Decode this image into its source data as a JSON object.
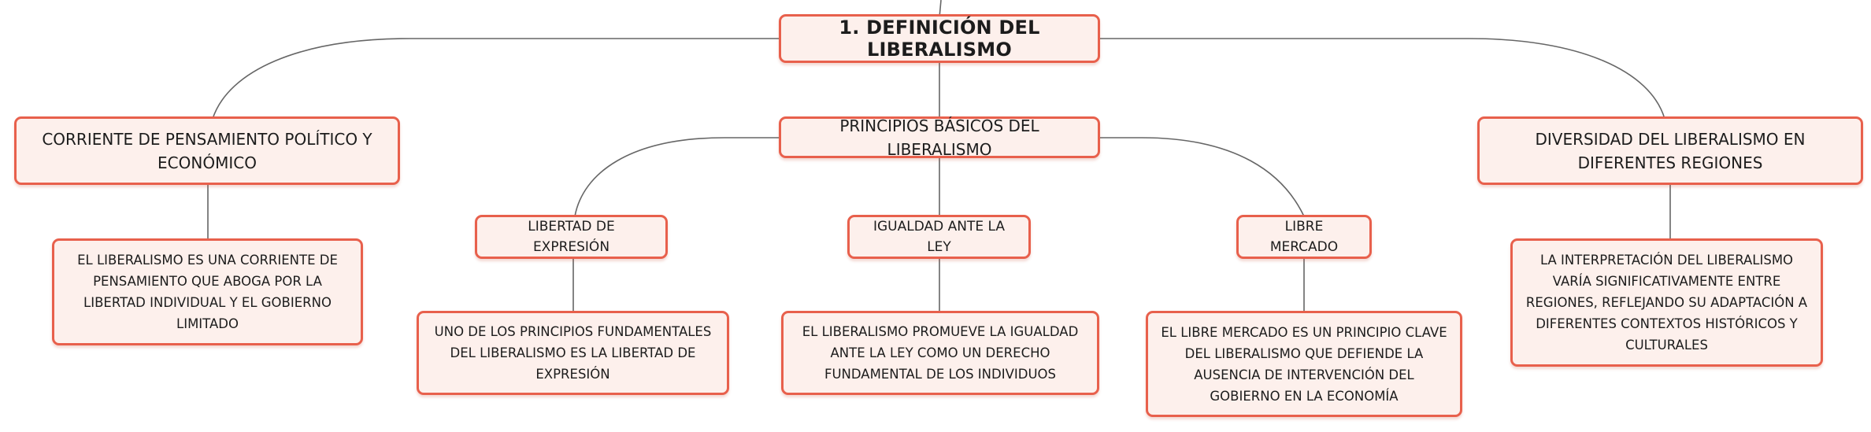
{
  "diagram": {
    "root": "1. DEFINICIÓN DEL LIBERALISMO",
    "branches": [
      {
        "label": "CORRIENTE DE PENSAMIENTO POLÍTICO Y ECONÓMICO",
        "note": "EL LIBERALISMO ES UNA CORRIENTE DE PENSAMIENTO QUE ABOGA POR LA LIBERTAD INDIVIDUAL Y EL GOBIERNO LIMITADO"
      },
      {
        "label": "PRINCIPIOS BÁSICOS DEL LIBERALISMO",
        "children": [
          {
            "label": "LIBERTAD DE EXPRESIÓN",
            "note": "UNO DE LOS PRINCIPIOS FUNDAMENTALES DEL LIBERALISMO ES LA LIBERTAD DE EXPRESIÓN"
          },
          {
            "label": "IGUALDAD ANTE LA LEY",
            "note": "EL LIBERALISMO PROMUEVE LA IGUALDAD ANTE LA LEY COMO UN DERECHO FUNDAMENTAL DE LOS INDIVIDUOS"
          },
          {
            "label": "LIBRE MERCADO",
            "note": "EL LIBRE MERCADO ES UN PRINCIPIO CLAVE DEL LIBERALISMO QUE DEFIENDE LA AUSENCIA DE INTERVENCIÓN DEL GOBIERNO EN LA ECONOMÍA"
          }
        ]
      },
      {
        "label": "DIVERSIDAD DEL LIBERALISMO EN DIFERENTES REGIONES",
        "note": "LA INTERPRETACIÓN DEL LIBERALISMO VARÍA SIGNIFICATIVAMENTE ENTRE REGIONES, REFLEJANDO SU ADAPTACIÓN A DIFERENTES CONTEXTOS HISTÓRICOS Y CULTURALES"
      }
    ],
    "colors": {
      "node_border": "#e8604c",
      "node_fill": "#fdf0ec",
      "line": "#666666"
    }
  }
}
